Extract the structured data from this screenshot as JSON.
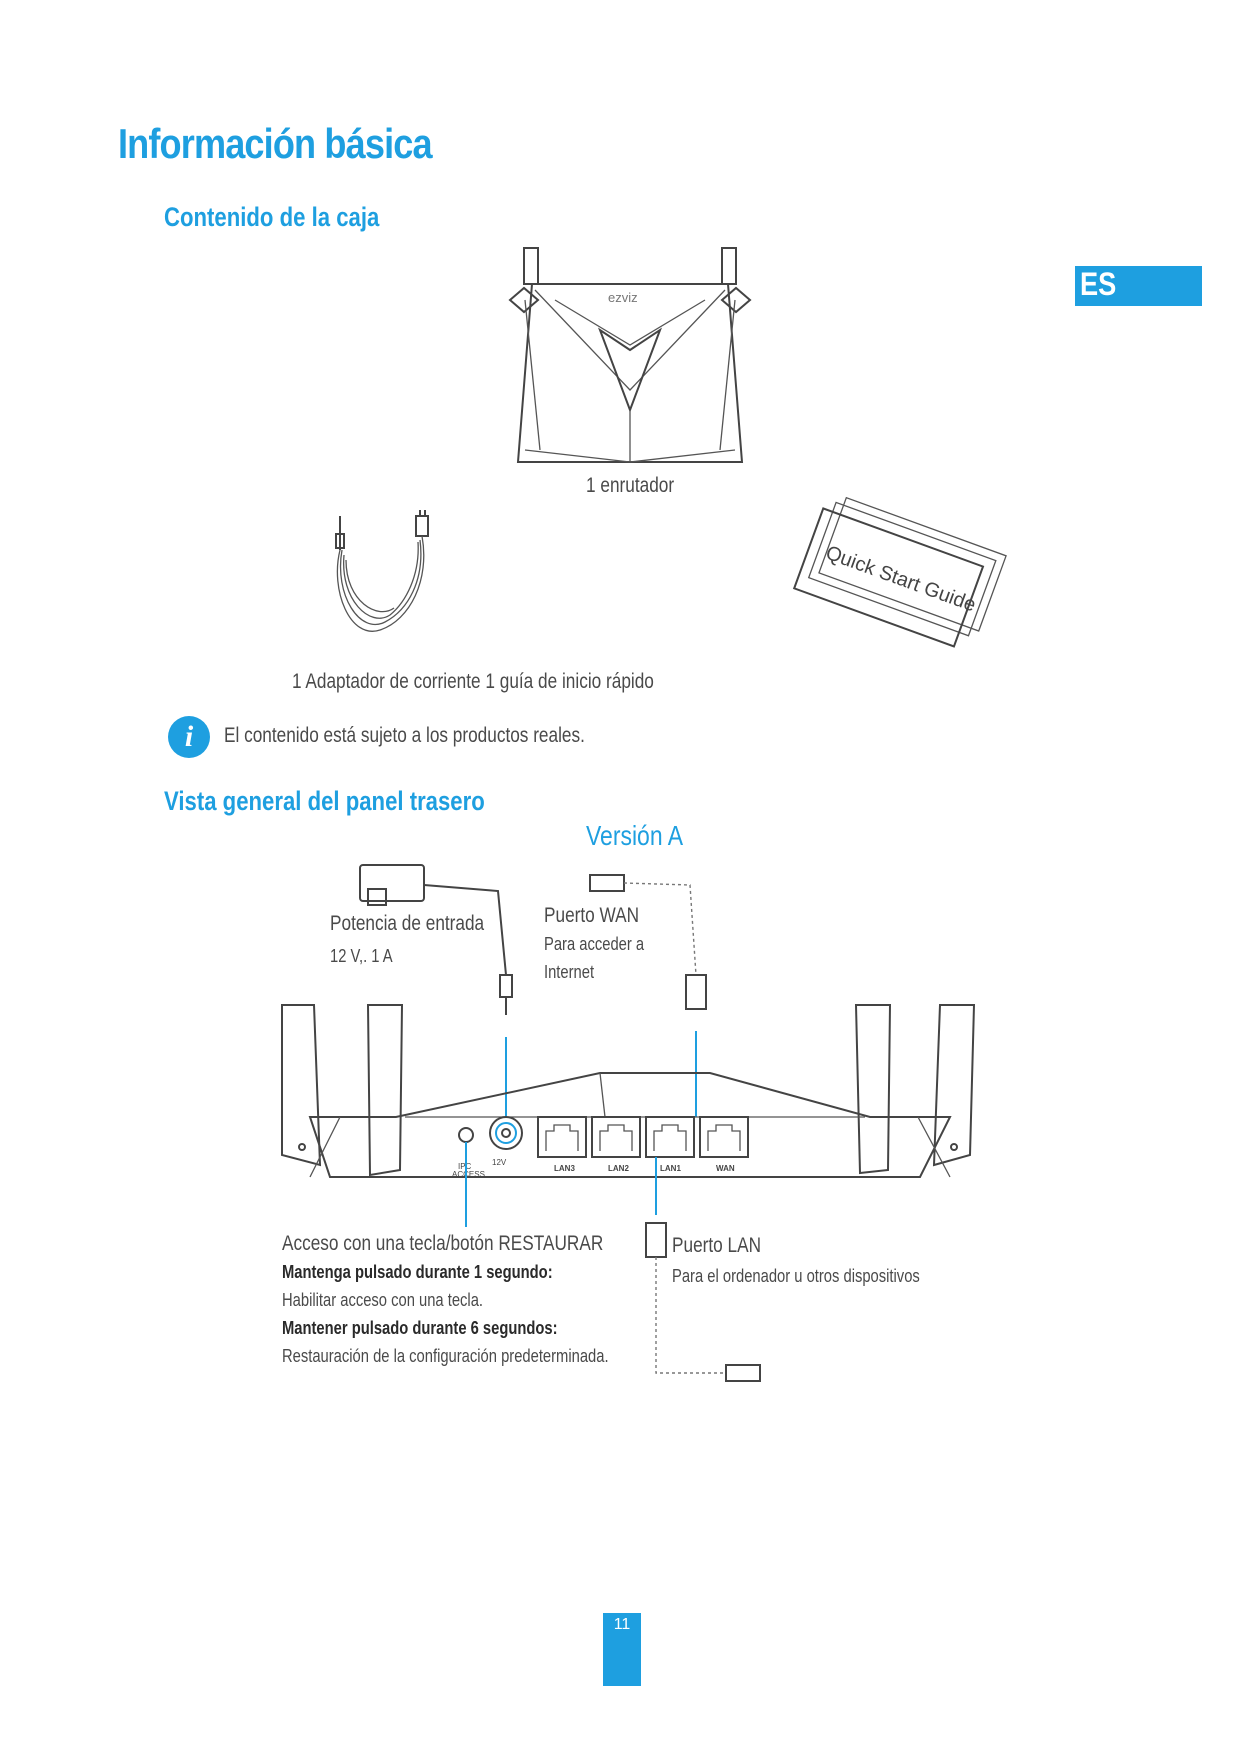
{
  "title": "Información básica",
  "lang_tab": "ES",
  "box_contents": {
    "heading": "Contenido de la caja",
    "router_label": "1 enrutador",
    "router_brand": "ezviz",
    "items_label": "1 Adaptador de corriente  1 guía de inicio rápido",
    "guide_text": "Quick Start Guide",
    "note": "El contenido está sujeto a los productos reales."
  },
  "rear_panel": {
    "heading": "Vista general del panel trasero",
    "version": "Versión A",
    "power": {
      "title": "Potencia de entrada",
      "spec": "12 V,. 1 A"
    },
    "wan": {
      "title": "Puerto WAN",
      "desc_line1": "Para acceder a",
      "desc_line2": "Internet"
    },
    "lan": {
      "title": "Puerto LAN",
      "desc": "Para el ordenador u otros dispositivos"
    },
    "reset": {
      "title": "Acceso con una tecla/botón RESTAURAR",
      "hold1_title": "Mantenga pulsado durante 1 segundo:",
      "hold1_desc": "Habilitar acceso con una tecla.",
      "hold6_title": "Mantener pulsado durante 6 segundos:",
      "hold6_desc": "Restauración de la configuración predeterminada."
    },
    "port_labels": {
      "ipc": "IPC",
      "access": "ACCESS",
      "dc": "12V",
      "lan3": "LAN3",
      "lan2": "LAN2",
      "lan1": "LAN1",
      "wan": "WAN"
    }
  },
  "page_number": "11",
  "colors": {
    "accent": "#1e9fe0",
    "text": "#3a3a3a"
  }
}
